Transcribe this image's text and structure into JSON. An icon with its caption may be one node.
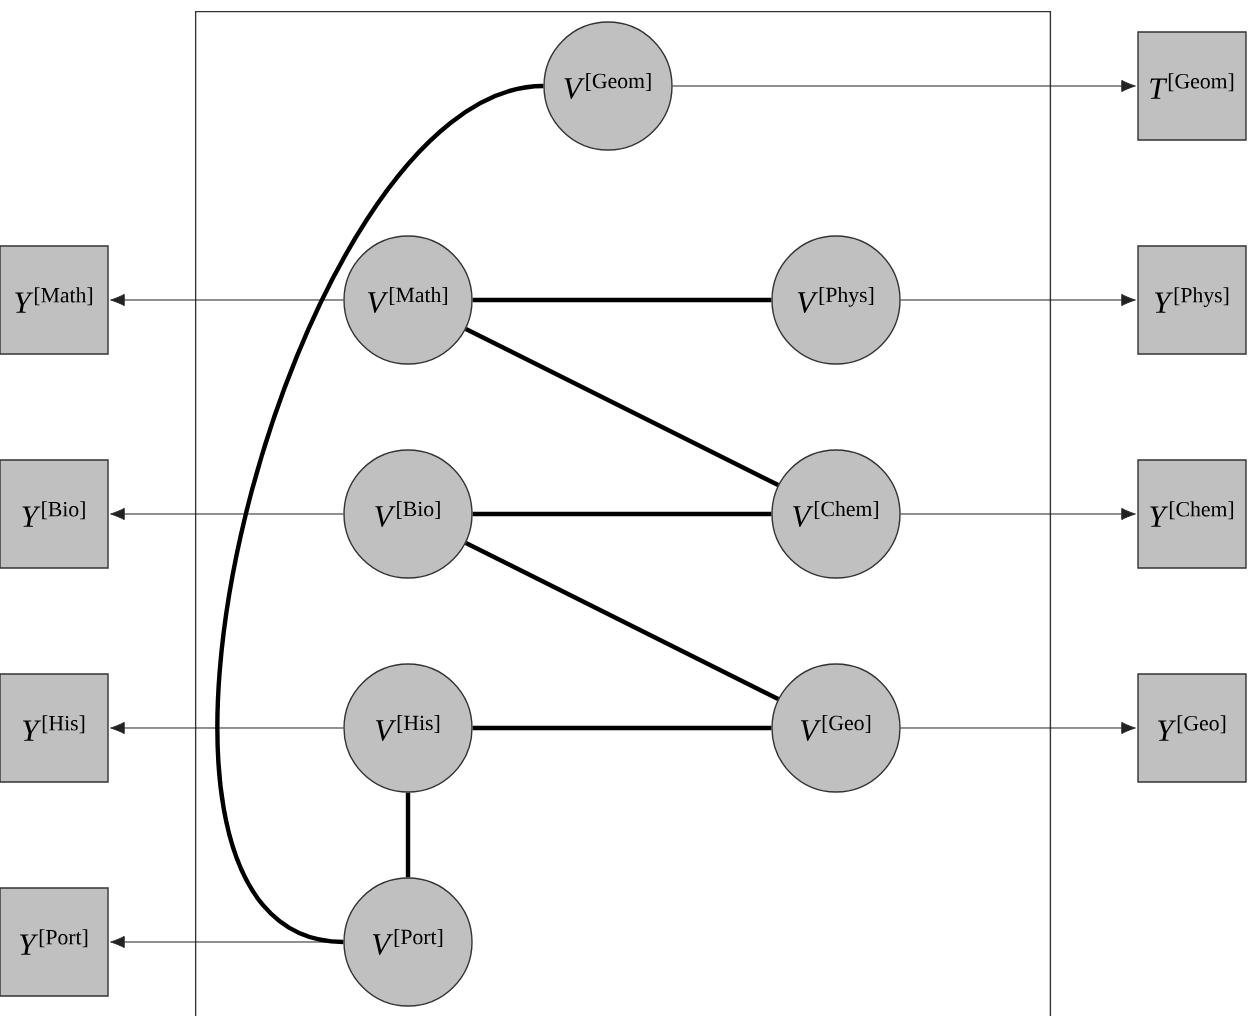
{
  "diagram": {
    "nodes": [
      {
        "text": [],
        "shape": "box"
      },
      {
        "text": [
          "*V*$^{[Geom]}$"
        ],
        "in": 0
      },
      {
        "text": [
          "*T*$^{[Geom]}$"
        ]
      },
      {
        "text": [
          "*Y*$^{[Math]}$"
        ]
      },
      {
        "text": [
          "*V*$^{[Math]}$"
        ],
        "in": 0
      },
      {
        "text": [
          "*V*$^{[Phys]}$"
        ],
        "in": 0
      },
      {
        "text": [
          "*Y*$^{[Phys]}$"
        ]
      },
      {
        "text": [
          "*Y*$^{[Bio]}$"
        ]
      },
      {
        "text": [
          "*V*$^{[Bio]}$"
        ],
        "in": 0
      },
      {
        "text": [
          "*V*$^{[Chem]}$"
        ],
        "in": 0
      },
      {
        "text": [
          "*Y*$^{[Chem]}$"
        ]
      },
      {
        "text": [
          "*Y*$^{[His]}$"
        ]
      },
      {
        "text": [
          "*V*$^{[His]}$"
        ],
        "in": 0
      },
      {
        "text": [
          "*V*$^{[Geo]}$"
        ],
        "in": 0
      },
      {
        "text": [
          "*Y*$^{[Geo]}$"
        ]
      },
      {
        "text": [
          "*Y*$^{[Port]}$"
        ]
      },
      {
        "text": [
          "*V*$^{[Port]}$"
        ],
        "in": 0
      }
    ],
    "edges": [
      {
        "from": 1,
        "to": 2,
        "arrow": "to"
      },
      {
        "from": 4,
        "to": 3,
        "arrow": "to"
      },
      {
        "from": 4,
        "to": 5,
        "arrow": "none",
        "style": "thick"
      },
      {
        "from": 5,
        "to": 6,
        "arrow": "to"
      },
      {
        "from": 4,
        "to": 9,
        "arrow": "none",
        "style": "thick"
      },
      {
        "from": 8,
        "to": 7,
        "arrow": "to"
      },
      {
        "from": 8,
        "to": 9,
        "arrow": "none",
        "style": "thick"
      },
      {
        "from": 9,
        "to": 10,
        "arrow": "to"
      },
      {
        "from": 8,
        "to": 13,
        "arrow": "none",
        "style": "thick"
      },
      {
        "from": 12,
        "to": 11,
        "arrow": "to"
      },
      {
        "from": 12,
        "to": 13,
        "arrow": "none",
        "style": "thick"
      },
      {
        "from": 13,
        "to": 14,
        "arrow": "to"
      },
      {
        "from": 12,
        "to": 16,
        "arrow": "none",
        "style": "thick"
      },
      {
        "from": 16,
        "to": 15,
        "arrow": "to"
      },
      {
        "from": 1,
        "to": 16,
        "arrow": "none",
        "style": "thick"
      }
    ]
  }
}
